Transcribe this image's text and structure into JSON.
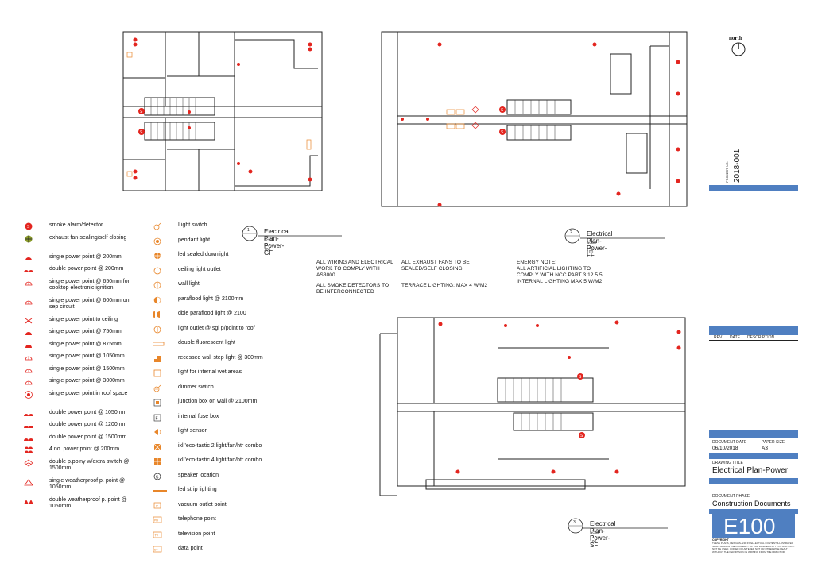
{
  "plans": [
    {
      "number": "1",
      "title": "Electrical Plan-Power-GF",
      "scale": "Scale : 1 : 100"
    },
    {
      "number": "2",
      "title": "Electrical Plan-Power-FF",
      "scale": "Scale : 1 : 100"
    },
    {
      "number": "3",
      "title": "Electrical Plan-Power-SF",
      "scale": "Scale : 1 : 100"
    }
  ],
  "notes": {
    "wiring": "ALL WIRING AND ELECTRICAL WORK TO COMPLY WITH AS3000",
    "smoke": "ALL SMOKE DETECTORS TO BE INTERCONNECTED",
    "exhaust": "ALL EXHAUST FANS TO BE SEALED/SELF CLOSING",
    "terrace": "TERRACE LIGHTING: MAX 4 W/M2",
    "energy_title": "ENERGY NOTE:",
    "energy_body": "ALL ARTIFICIAL LIGHTING TO COMPLY WITH NCC PART 3.12.5.5 INTERNAL LIGHTING MAX 5 W/M2"
  },
  "legend_left": [
    {
      "label": "smoke alarm/detector",
      "icon": "smoke-alarm"
    },
    {
      "label": "exhaust fan-sealing/self closing",
      "icon": "exhaust-fan"
    },
    {
      "label": "single power point @ 200mm",
      "icon": "single-gpo"
    },
    {
      "label": "double power point @ 200mm",
      "icon": "double-gpo"
    },
    {
      "label": "single power point @ 650mm for cooktop electronic ignition",
      "icon": "single-gpo-outline"
    },
    {
      "label": "single power point @ 600mm on sep circuit",
      "icon": "single-gpo-outline"
    },
    {
      "label": "single power point to ceiling",
      "icon": "gpo-ceiling"
    },
    {
      "label": "single power point @ 750mm",
      "icon": "single-gpo"
    },
    {
      "label": "single power point @ 875mm",
      "icon": "single-gpo"
    },
    {
      "label": "single power point @ 1050mm",
      "icon": "single-gpo-outline"
    },
    {
      "label": "single power point @ 1500mm",
      "icon": "single-gpo-outline"
    },
    {
      "label": "single power point @ 3000mm",
      "icon": "single-gpo-outline"
    },
    {
      "label": "single power point in roof space",
      "icon": "gpo-roof"
    },
    {
      "label": "double power point @ 1050mm",
      "icon": "double-gpo"
    },
    {
      "label": "double power point @ 1200mm",
      "icon": "double-gpo"
    },
    {
      "label": "double power point @ 1500mm",
      "icon": "double-gpo"
    },
    {
      "label": "4 no. power point @ 200mm",
      "icon": "quad-gpo"
    },
    {
      "label": "double p.poiny w/extra switch @ 1500mm",
      "icon": "double-switch-gpo"
    },
    {
      "label": "single weatherproof p. point @ 1050mm",
      "icon": "weatherproof-gpo"
    },
    {
      "label": "double weatherproof p. point @ 1050mm",
      "icon": "double-weatherproof-gpo"
    }
  ],
  "legend_right": [
    {
      "label": "Light switch",
      "icon": "light-switch"
    },
    {
      "label": "pendant light",
      "icon": "pendant-light"
    },
    {
      "label": "led sealed downlight",
      "icon": "downlight"
    },
    {
      "label": "ceiling light outlet",
      "icon": "ceiling-outlet"
    },
    {
      "label": "wall light",
      "icon": "wall-light"
    },
    {
      "label": "paraflood light @ 2100mm",
      "icon": "paraflood"
    },
    {
      "label": "dble paraflood light @ 2100",
      "icon": "double-paraflood"
    },
    {
      "label": "light outlet @ sgl p/point to roof",
      "icon": "light-outlet"
    },
    {
      "label": "double fluorescent light",
      "icon": "fluorescent"
    },
    {
      "label": "recessed wall step light @ 300mm",
      "icon": "step-light"
    },
    {
      "label": "light for internal wet areas",
      "icon": "wet-light"
    },
    {
      "label": "dimmer switch",
      "icon": "dimmer"
    },
    {
      "label": "junction box on wall @ 2100mm",
      "icon": "junction-box"
    },
    {
      "label": "internal fuse box",
      "icon": "fuse-box"
    },
    {
      "label": "light sensor",
      "icon": "light-sensor"
    },
    {
      "label": "ixl 'eco-tastic 2 light/fan/htr combo",
      "icon": "ixl-2"
    },
    {
      "label": "ixl 'eco-tastic 4 light/fan/htr combo",
      "icon": "ixl-4"
    },
    {
      "label": "speaker location",
      "icon": "speaker"
    },
    {
      "label": "led strip lighting",
      "icon": "led-strip"
    },
    {
      "label": "vacuum outlet point",
      "icon": "vacuum"
    },
    {
      "label": "telephone point",
      "icon": "telephone"
    },
    {
      "label": "television point",
      "icon": "television"
    },
    {
      "label": "data point",
      "icon": "data"
    }
  ],
  "title_block": {
    "north": "north",
    "project_no_label": "PROJECT NO.",
    "project_no": "2018-001",
    "rev_header": [
      "REV",
      "DATE",
      "DESCRIPTION"
    ],
    "document_date_label": "DOCUMENT DATE",
    "document_date": "06/10/2018",
    "paper_size_label": "PAPER SIZE",
    "paper_size": "A3",
    "drawing_title_label": "DRAWING TITLE",
    "drawing_title": "Electrical Plan-Power",
    "document_phase_label": "DOCUMENT PHASE",
    "document_phase": "Construction Documents",
    "sheet_number": "E100",
    "copyright_title": "COPYRIGHT",
    "copyright_text": "THESE PLANS, DESIGNS AND INTELLECTUAL CONTENT ILLUSTRATED SHALL REMAIN THE PROPERTY OF FFM BUILDERS PTY LTD. AND MUST NOT BE USED, COPIED OR ALTERED NOT OR OTHERWISE DEALT WITHOUT THE PERMISSION IN WRITING FROM THE DIRECTOR.",
    "accent_color": "#4f7fc1"
  },
  "colors": {
    "symbol_red": "#e3251f",
    "symbol_orange": "#e8862a",
    "line": "#222222"
  }
}
